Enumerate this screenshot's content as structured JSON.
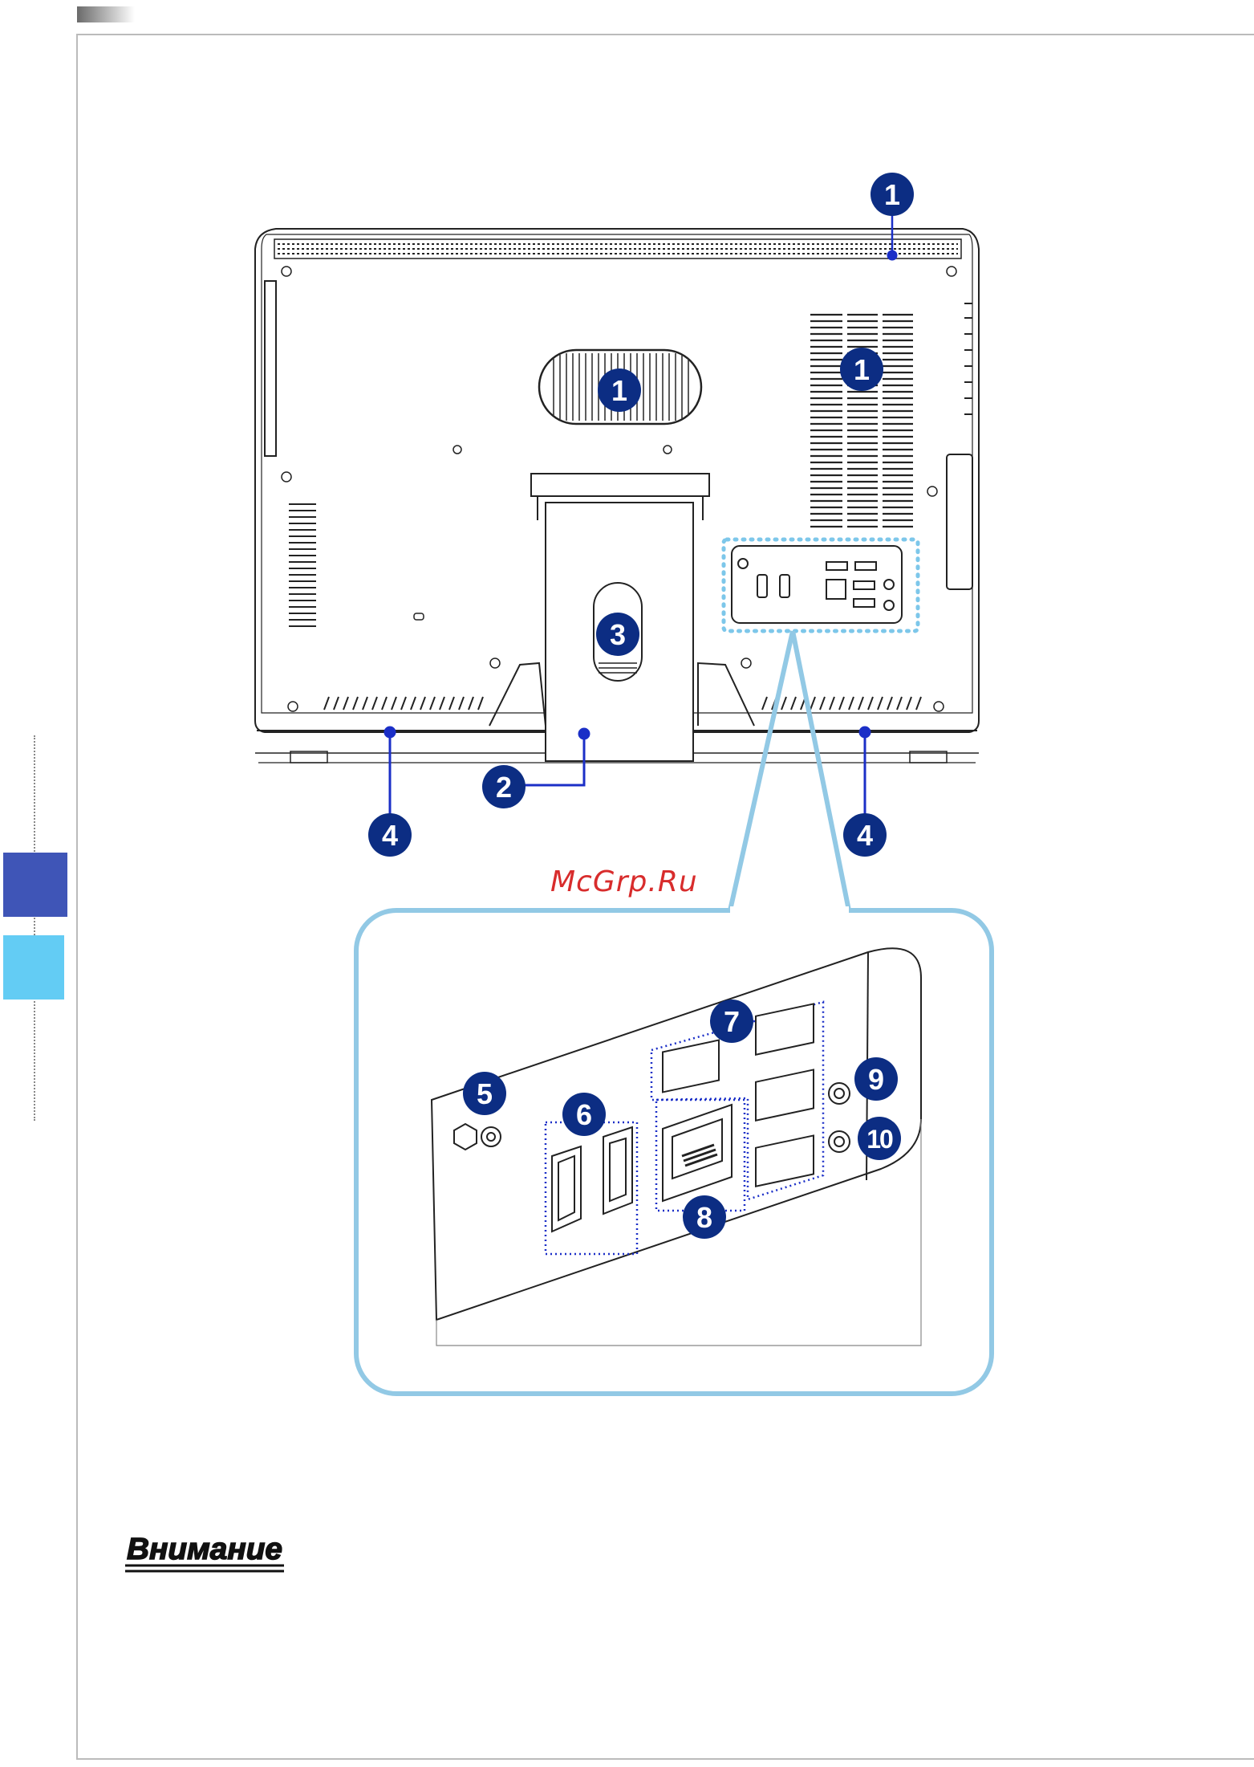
{
  "watermark": "McGrp.Ru",
  "warning_heading": "Внимание",
  "callouts": {
    "c1": "1",
    "c2": "2",
    "c3": "3",
    "c4": "4",
    "c5": "5",
    "c6": "6",
    "c7": "7",
    "c8": "8",
    "c9": "9",
    "c10": "10"
  },
  "colors": {
    "callout_fill": "#0c2d83",
    "zoom_border": "#92c9e5",
    "highlight_dots": "#7dc7ea",
    "port_group_dots": "#1b2fc7",
    "side_tab_dark": "#3f55b7",
    "side_tab_light": "#63ccf4",
    "watermark": "#d82c2c"
  }
}
